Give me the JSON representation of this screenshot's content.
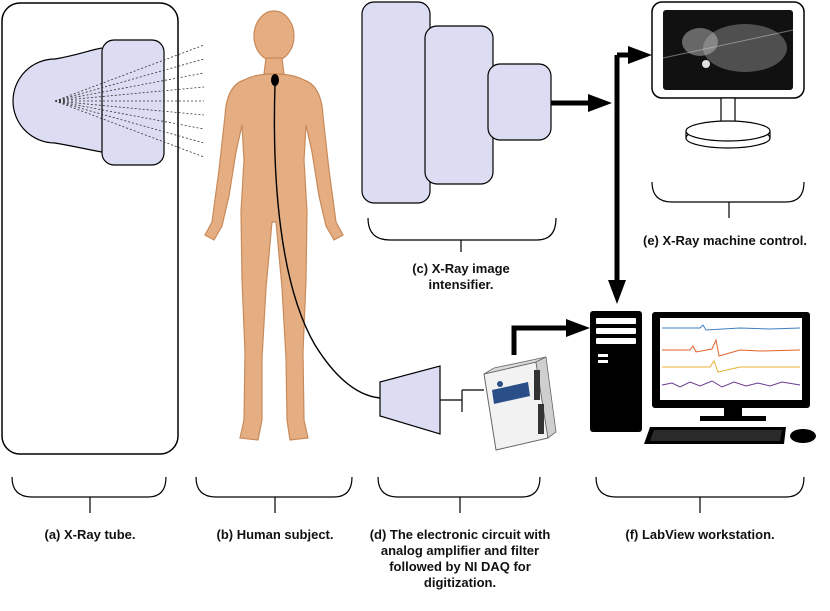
{
  "captions": {
    "a": "(a) X-Ray tube.",
    "b": "(b) Human subject.",
    "c": "(c) X-Ray image\nintensifier.",
    "d": "(d) The electronic circuit with\nanalog amplifier and filter\nfollowed by NI DAQ for\ndigitization.",
    "e": "(e) X-Ray machine control.",
    "f": "(f) LabView workstation."
  },
  "colors": {
    "device_fill": "#dcdcf2",
    "skin": "#e4ae82",
    "skin_outline": "#c98a5a",
    "line": "#000000"
  },
  "icons": {
    "xray_tube": "xray-tube-icon",
    "human": "human-figure-icon",
    "intensifier": "image-intensifier-icon",
    "amplifier": "amplifier-icon",
    "daq": "daq-device-icon",
    "monitor": "xray-monitor-icon",
    "workstation": "computer-workstation-icon"
  }
}
